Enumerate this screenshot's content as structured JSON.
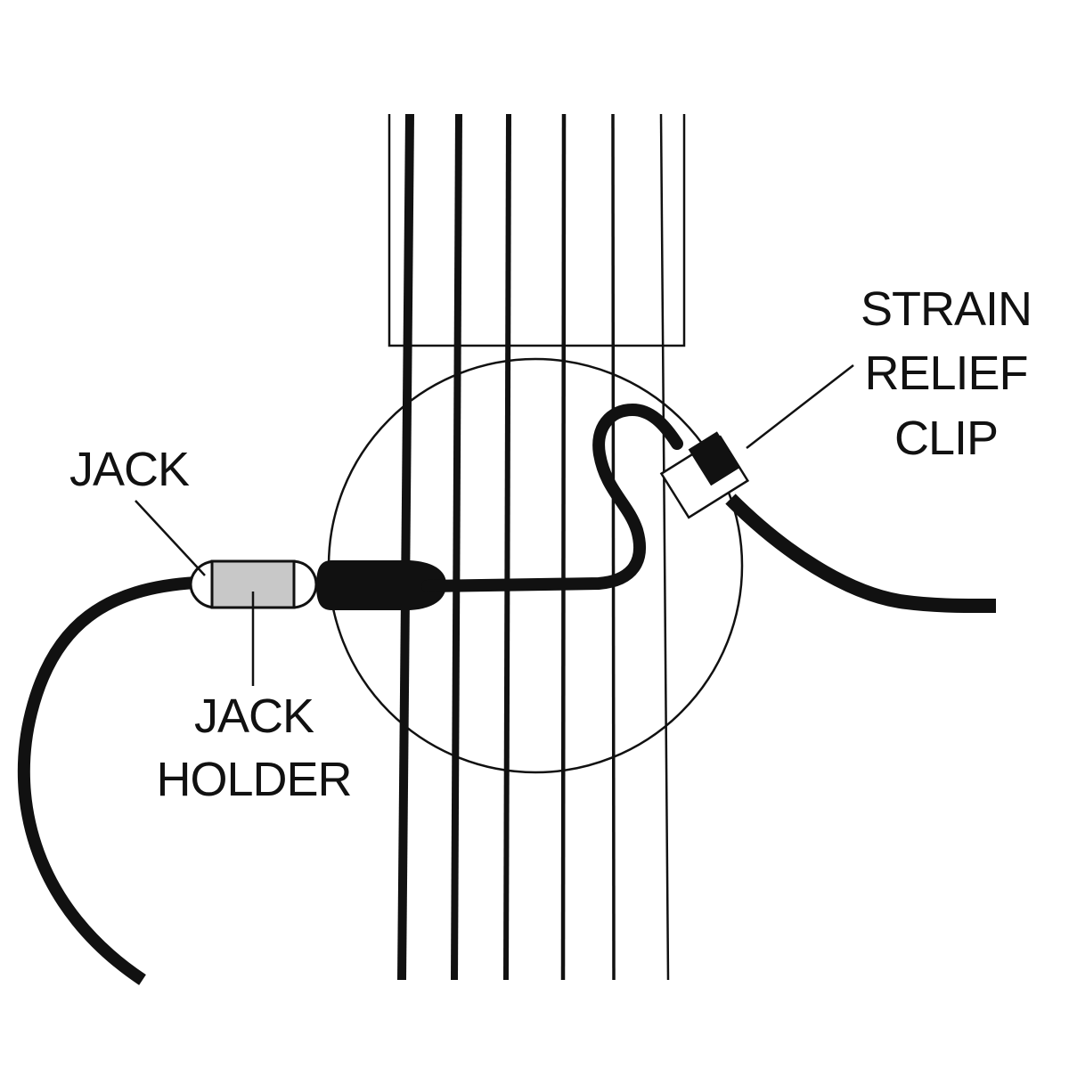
{
  "labels": {
    "jack": "JACK",
    "jack_holder_line1": "JACK",
    "jack_holder_line2": "HOLDER",
    "strain_relief_line1": "STRAIN",
    "strain_relief_line2": "RELIEF",
    "strain_relief_line3": "CLIP"
  },
  "colors": {
    "ink": "#111111",
    "jack_holder_fill": "#c8c8c8",
    "background": "#ffffff"
  }
}
